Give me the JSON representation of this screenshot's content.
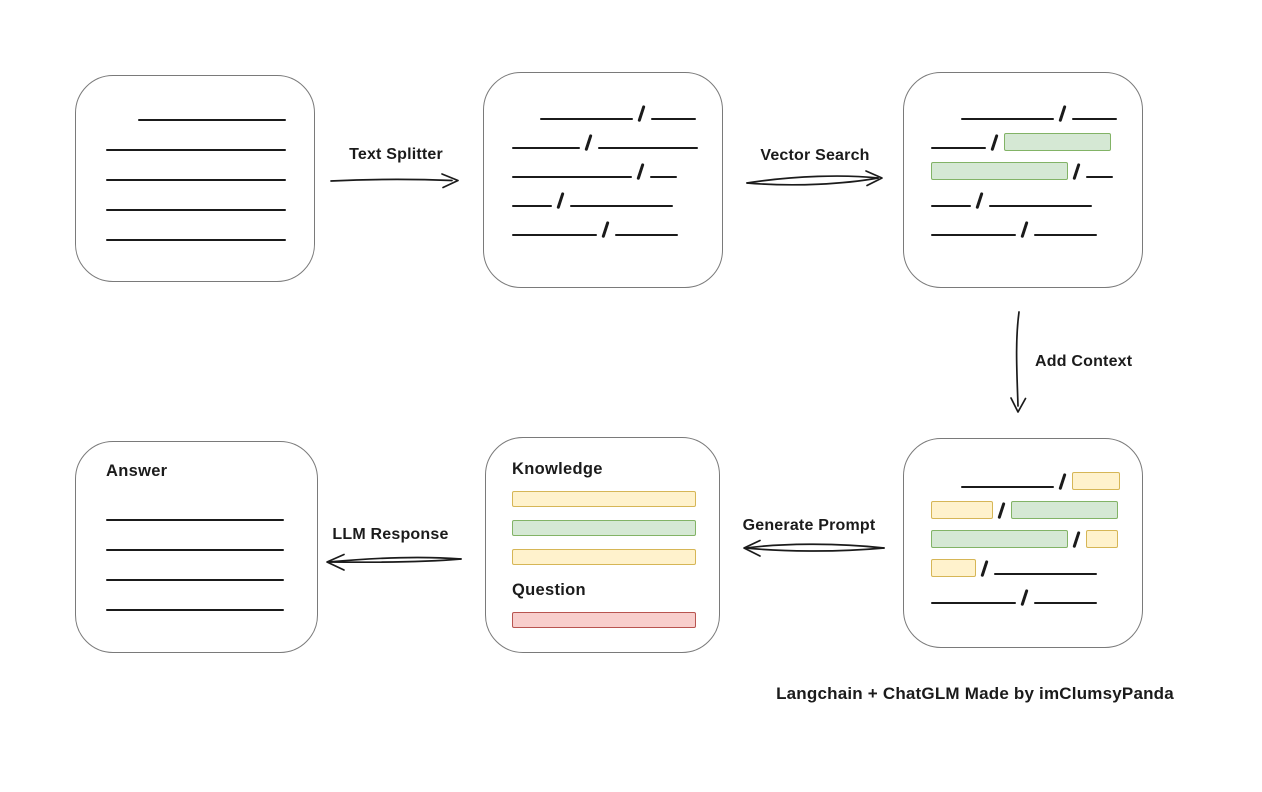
{
  "credit": "Langchain + ChatGLM Made by imClumsyPanda",
  "colors": {
    "canvas_bg": "#ffffff",
    "box_border": "#7a7a7a",
    "ink": "#1b1b1b",
    "green_fill": "#d5e8d4",
    "green_border": "#82b366",
    "yellow_fill": "#fff2cc",
    "yellow_border": "#d6b656",
    "red_fill": "#f8cecc",
    "red_border": "#b85450"
  },
  "arrows": {
    "text_splitter": "Text Splitter",
    "vector_search": "Vector Search",
    "add_context": "Add Context",
    "generate_prompt": "Generate Prompt",
    "llm_response": "LLM Response"
  },
  "boxes": {
    "document": {
      "lines": [
        {
          "indent": 32,
          "w": 148
        },
        {
          "indent": 0,
          "w": 180
        },
        {
          "indent": 0,
          "w": 180
        },
        {
          "indent": 0,
          "w": 180
        },
        {
          "indent": 0,
          "w": 180
        }
      ]
    },
    "chunks": {
      "rows": [
        {
          "indent": 28,
          "segs": [
            {
              "t": "line",
              "w": 93
            },
            {
              "t": "slash"
            },
            {
              "t": "line",
              "w": 45
            }
          ]
        },
        {
          "indent": 0,
          "segs": [
            {
              "t": "line",
              "w": 68
            },
            {
              "t": "slash"
            },
            {
              "t": "line",
              "w": 100
            }
          ]
        },
        {
          "indent": 0,
          "segs": [
            {
              "t": "line",
              "w": 120
            },
            {
              "t": "slash"
            },
            {
              "t": "line",
              "w": 27
            }
          ]
        },
        {
          "indent": 0,
          "segs": [
            {
              "t": "line",
              "w": 40
            },
            {
              "t": "slash"
            },
            {
              "t": "line",
              "w": 103
            }
          ]
        },
        {
          "indent": 0,
          "segs": [
            {
              "t": "line",
              "w": 85
            },
            {
              "t": "slash"
            },
            {
              "t": "line",
              "w": 63
            }
          ]
        }
      ]
    },
    "search_result": {
      "rows": [
        {
          "indent": 30,
          "segs": [
            {
              "t": "line",
              "w": 93
            },
            {
              "t": "slash"
            },
            {
              "t": "line",
              "w": 45
            }
          ]
        },
        {
          "indent": 0,
          "segs": [
            {
              "t": "line",
              "w": 55
            },
            {
              "t": "slash"
            },
            {
              "t": "green",
              "w": 107
            }
          ]
        },
        {
          "indent": 0,
          "segs": [
            {
              "t": "green",
              "w": 137
            },
            {
              "t": "slash"
            },
            {
              "t": "line",
              "w": 27
            }
          ]
        },
        {
          "indent": 0,
          "segs": [
            {
              "t": "line",
              "w": 40
            },
            {
              "t": "slash"
            },
            {
              "t": "line",
              "w": 103
            }
          ]
        },
        {
          "indent": 0,
          "segs": [
            {
              "t": "line",
              "w": 85
            },
            {
              "t": "slash"
            },
            {
              "t": "line",
              "w": 63
            }
          ]
        }
      ]
    },
    "context": {
      "rows": [
        {
          "indent": 30,
          "segs": [
            {
              "t": "line",
              "w": 93
            },
            {
              "t": "slash"
            },
            {
              "t": "yellow",
              "w": 48
            }
          ]
        },
        {
          "indent": 0,
          "segs": [
            {
              "t": "yellow",
              "w": 62
            },
            {
              "t": "slash"
            },
            {
              "t": "green",
              "w": 107
            }
          ]
        },
        {
          "indent": 0,
          "segs": [
            {
              "t": "green",
              "w": 137
            },
            {
              "t": "slash"
            },
            {
              "t": "yellow",
              "w": 32
            }
          ]
        },
        {
          "indent": 0,
          "segs": [
            {
              "t": "yellow",
              "w": 45
            },
            {
              "t": "slash"
            },
            {
              "t": "line",
              "w": 103
            }
          ]
        },
        {
          "indent": 0,
          "segs": [
            {
              "t": "line",
              "w": 85
            },
            {
              "t": "slash"
            },
            {
              "t": "line",
              "w": 63
            }
          ]
        }
      ]
    },
    "prompt": {
      "knowledge_label": "Knowledge",
      "question_label": "Question",
      "knowledge_bars": [
        "yellow",
        "green",
        "yellow"
      ],
      "question_bars": [
        "red"
      ]
    },
    "answer": {
      "label": "Answer",
      "lines": [
        {
          "indent": 0,
          "w": 178
        },
        {
          "indent": 0,
          "w": 178
        },
        {
          "indent": 0,
          "w": 178
        },
        {
          "indent": 0,
          "w": 178
        }
      ]
    }
  }
}
